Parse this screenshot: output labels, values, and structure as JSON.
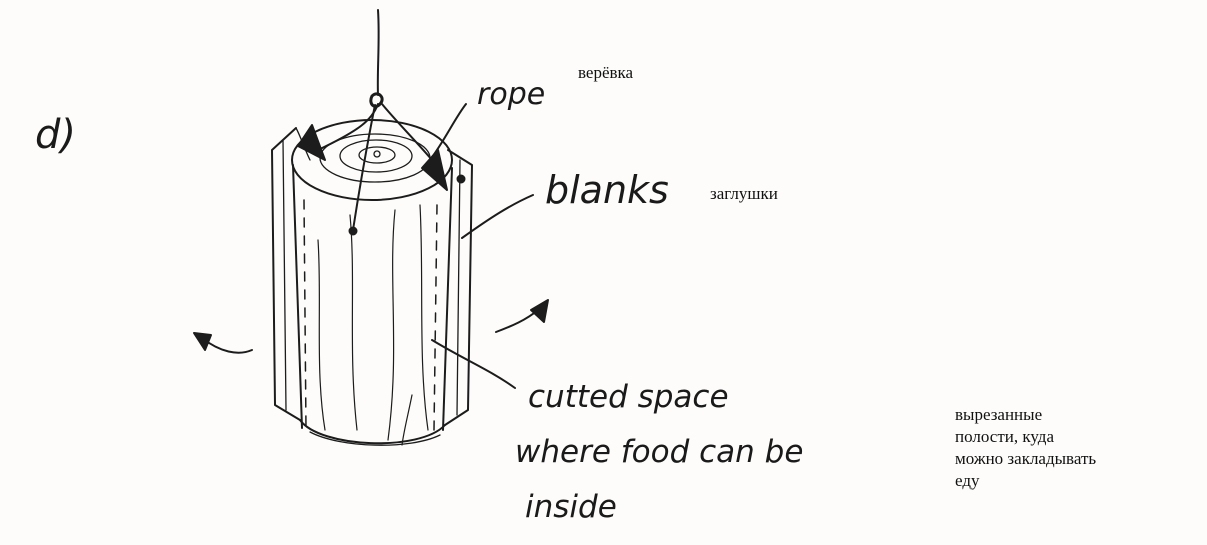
{
  "labels": {
    "part_letter": "d)",
    "rope_handwritten": "rope",
    "rope_typed": "верёвка",
    "blanks_handwritten": "blanks",
    "blanks_typed": "заглушки",
    "cut_handwritten": [
      "cutted space",
      "where food can be",
      "inside"
    ],
    "cut_typed": [
      "вырезанные",
      "полости, куда",
      "можно закладывать",
      "еду"
    ]
  }
}
